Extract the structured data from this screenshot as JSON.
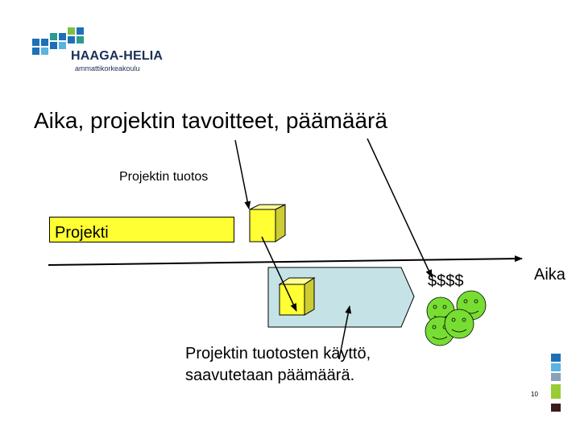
{
  "logo": {
    "name": "HAAGA-HELIA",
    "subtitle": "ammattikorkeakoulu"
  },
  "slide": {
    "title": "Aika, projektin tavoitteet, päämäärä",
    "output_label": "Projektin tuotos",
    "project_label": "Projekti",
    "money_label": "$$$$",
    "time_label": "Aika",
    "usage_line1": "Projektin tuotosten käyttö,",
    "usage_line2": "saavutetaan päämäärä.",
    "page_number": "10"
  },
  "colors": {
    "project_box": "#ffff33",
    "usage_shape": "#c5e3e6",
    "smiley": "#77dd33",
    "brand": "#1e6fb8"
  },
  "icons": [
    "haaga-helia-logo",
    "product-cube-icon",
    "smiley-face-icon"
  ]
}
